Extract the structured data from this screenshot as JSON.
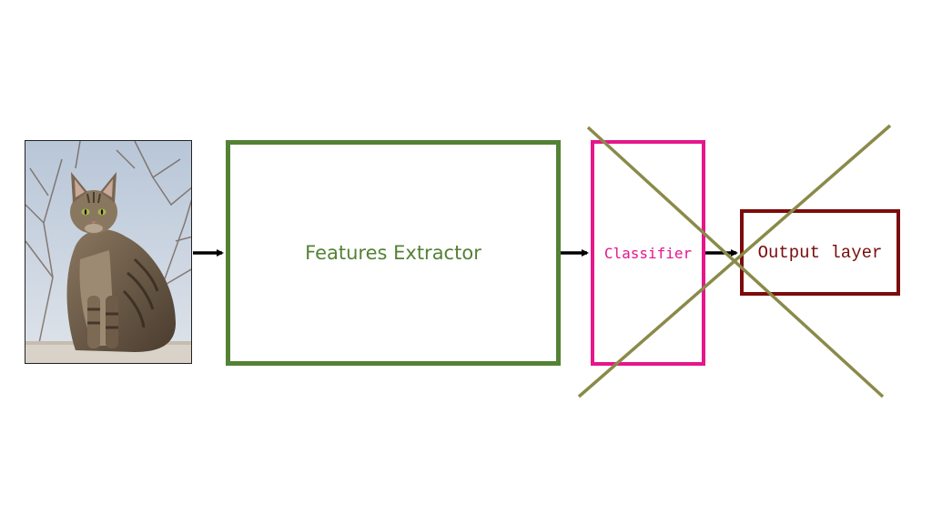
{
  "diagram": {
    "input_image": {
      "subject": "tabby cat photo"
    },
    "blocks": [
      {
        "id": "extractor",
        "label": "Features Extractor",
        "color": "#548235"
      },
      {
        "id": "classifier",
        "label": "Classifier",
        "color": "#e6168c"
      },
      {
        "id": "output",
        "label": "Output layer",
        "color": "#7b0c0c"
      }
    ],
    "arrows": [
      {
        "from": "input_image",
        "to": "extractor"
      },
      {
        "from": "extractor",
        "to": "classifier"
      },
      {
        "from": "classifier",
        "to": "output"
      }
    ],
    "cross_out": {
      "targets": [
        "classifier",
        "output"
      ],
      "color": "#8a8a4a"
    }
  }
}
